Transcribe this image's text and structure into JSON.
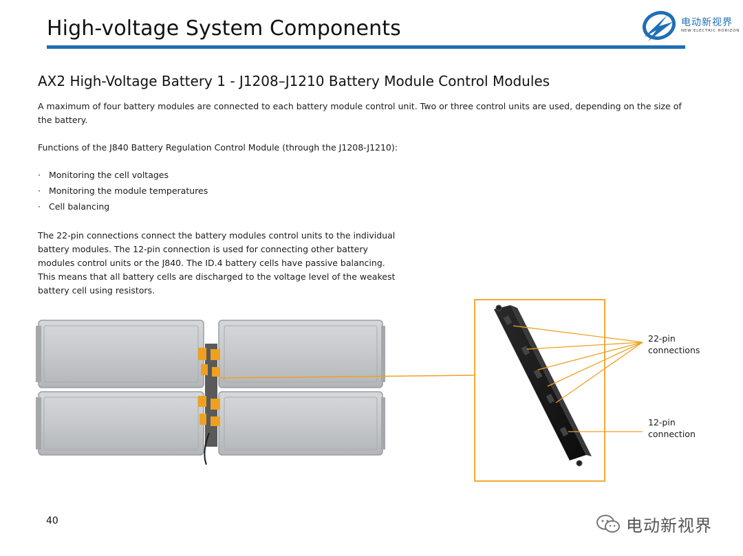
{
  "header": {
    "title": "High-voltage System Components",
    "logo_cn": "电动新视界",
    "logo_en": "NEW ELECTRIC HORIZON",
    "accent_color": "#1f6fb5"
  },
  "content": {
    "subtitle": "AX2 High-Voltage Battery 1 - J1208–J1210 Battery Module Control Modules",
    "paragraph1": "A maximum of four battery modules are connected to each battery module control unit.  Two or three control units are used, depending on the size of the battery.",
    "paragraph2": "Functions of the J840 Battery Regulation Control Module (through the J1208-J1210):",
    "bullets": [
      "Monitoring the cell voltages",
      "Monitoring the module temperatures",
      "Cell balancing"
    ],
    "bullet_glyph": "·",
    "paragraph3": "The 22-pin connections connect the battery modules control units to the individual battery modules.  The 12-pin connection is used for connecting other battery modules control units or the J840.  The ID.4 battery cells have passive balancing.  This means that all battery cells are discharged to the voltage level of the weakest battery cell using resistors."
  },
  "figure": {
    "callout_22_line1": "22-pin",
    "callout_22_line2": "connections",
    "callout_12_line1": "12-pin",
    "callout_12_line2": "connection",
    "highlight_color": "#f0a020"
  },
  "footer": {
    "page_number": "40",
    "watermark": "电动新视界"
  }
}
